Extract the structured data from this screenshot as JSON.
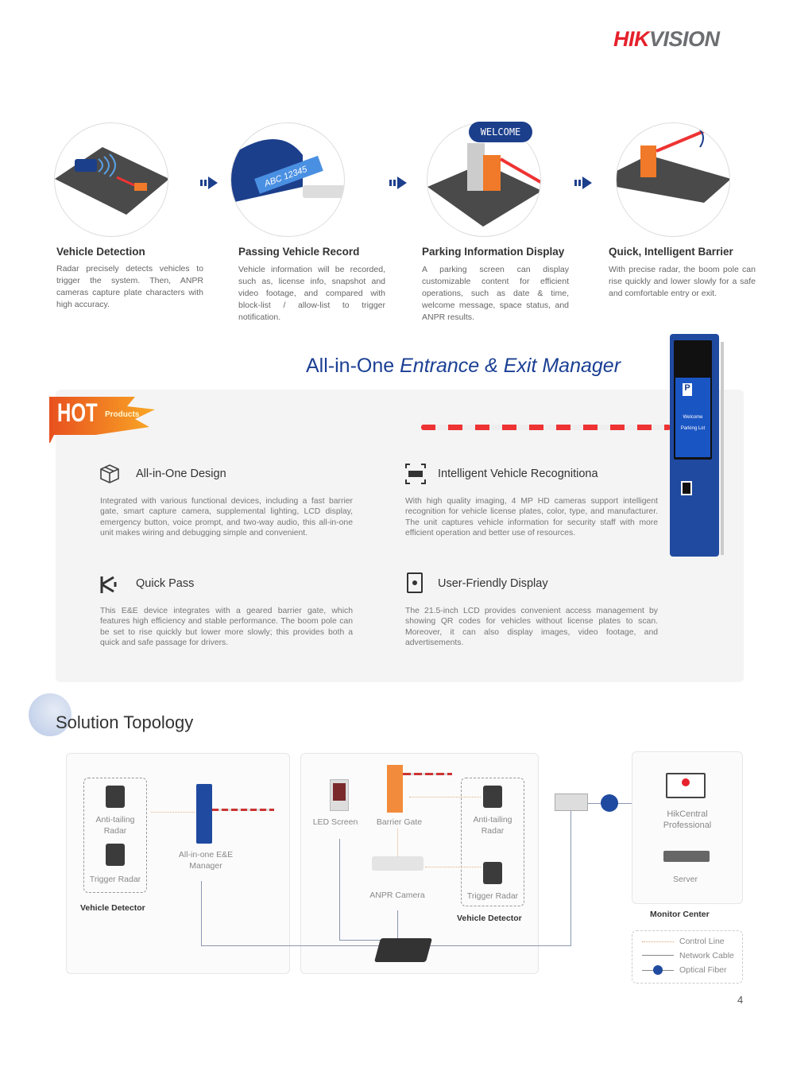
{
  "logo": {
    "part1": "HIK",
    "part2": "VISION"
  },
  "steps": [
    {
      "title": "Vehicle Detection",
      "desc": "Radar precisely detects vehicles to trigger the system. Then, ANPR cameras capture plate characters with high accuracy.",
      "icon": "radar-car-illustration"
    },
    {
      "title": "Passing Vehicle Record",
      "desc": "Vehicle information will be recorded, such as, license info, snapshot and video footage, and compared with block-list / allow-list to trigger notification.",
      "icon": "camera-plate-illustration",
      "plate": "ABC 12345"
    },
    {
      "title": "Parking Information Display",
      "desc": "A parking screen can display customizable content for efficient operations, such as date & time, welcome message, space status, and ANPR results.",
      "icon": "display-illustration",
      "sign": "WELCOME"
    },
    {
      "title": "Quick, Intelligent Barrier",
      "desc": "With precise radar, the boom pole can rise quickly and lower slowly for a safe and comfortable entry or exit.",
      "icon": "barrier-illustration"
    }
  ],
  "product": {
    "title_regular": "All-in-One",
    "title_italic": "Entrance & Exit Manager",
    "badge": {
      "hot": "HOT",
      "products": "Products"
    },
    "kiosk_screen": {
      "line1": "Welcome",
      "line2": "Parking Lot"
    },
    "features": [
      {
        "title": "All-in-One Design",
        "icon": "box-icon",
        "desc": "Integrated with various functional devices, including a fast barrier gate, smart capture camera, supplemental lighting, LCD display, emergency button, voice prompt, and two-way audio, this all-in-one unit makes wiring and debugging simple and convenient."
      },
      {
        "title": "Intelligent Vehicle Recognitiona",
        "icon": "plate-scan-icon",
        "desc": "With high quality imaging, 4 MP HD cameras support intelligent recognition for vehicle license plates, color, type, and manufacturer. The unit captures vehicle information for security staff with more efficient operation and better use of resources."
      },
      {
        "title": "Quick Pass",
        "icon": "barrier-gate-icon",
        "desc": "This E&E device integrates with a geared barrier gate, which features high efficiency and stable performance. The boom pole can be set to rise quickly but lower more slowly; this provides both a quick and safe passage for drivers."
      },
      {
        "title": "User-Friendly Display",
        "icon": "display-icon",
        "desc": "The 21.5-inch LCD provides convenient access management by showing QR codes for vehicles without license plates to scan. Moreover, it can also display images, video footage, and advertisements."
      }
    ]
  },
  "topology": {
    "title": "Solution Topology",
    "left": {
      "anti_tailing": "Anti-tailing Radar",
      "trigger": "Trigger Radar",
      "group": "Vehicle Detector",
      "manager": "All-in-one E&E Manager"
    },
    "middle": {
      "led": "LED Screen",
      "barrier": "Barrier Gate",
      "camera": "ANPR Camera",
      "anti_tailing": "Anti-tailing Radar",
      "trigger": "Trigger Radar",
      "group": "Vehicle Detector"
    },
    "monitor": {
      "software": "HikCentral Professional",
      "server": "Server",
      "group": "Monitor Center"
    },
    "legend": {
      "control": "Control Line",
      "network": "Network Cable",
      "fiber": "Optical Fiber"
    }
  },
  "page_number": "4",
  "colors": {
    "brand_red": "#e5212c",
    "title_blue": "#1b3f94",
    "hot_orange": "#f26522"
  }
}
